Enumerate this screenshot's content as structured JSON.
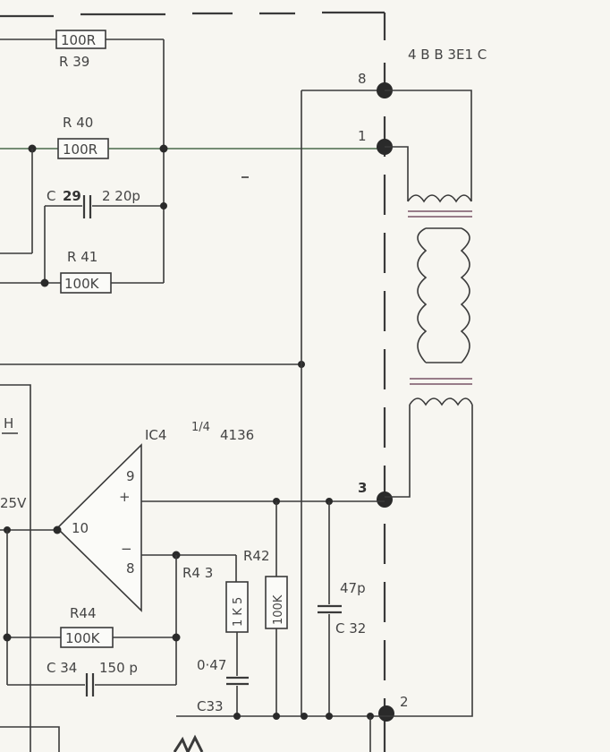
{
  "transformer": {
    "label": "4 B B 3E1 C",
    "pins": {
      "p8": "8",
      "p1": "1",
      "p3": "3",
      "p2": "2"
    }
  },
  "resistors": {
    "r39": {
      "ref": "R 39",
      "value": "100R"
    },
    "r40": {
      "ref": "R 40",
      "value": "100R"
    },
    "r41": {
      "ref": "R 41",
      "value": "100K"
    },
    "r42": {
      "ref": "R42",
      "value": "100K"
    },
    "r43": {
      "ref": "R4 3",
      "value": "1 K 5"
    },
    "r44": {
      "ref": "R44",
      "value": "100K"
    }
  },
  "capacitors": {
    "c29": {
      "ref": "C",
      "ref_num": "29",
      "value": "2 20p"
    },
    "c32": {
      "ref": "C 32",
      "value": "47p"
    },
    "c33": {
      "ref": "C33",
      "value": "0·47"
    },
    "c34": {
      "ref": "C 34",
      "value": "150 p"
    }
  },
  "opamp": {
    "label": "IC4",
    "fraction": "1/4",
    "part": "4136",
    "pin_plus": "9",
    "pin_minus": "8",
    "pin_out": "10",
    "plus_sign": "+",
    "minus_sign": "−"
  },
  "edge_fragments": {
    "h_label": "H",
    "voltage": "25V"
  }
}
